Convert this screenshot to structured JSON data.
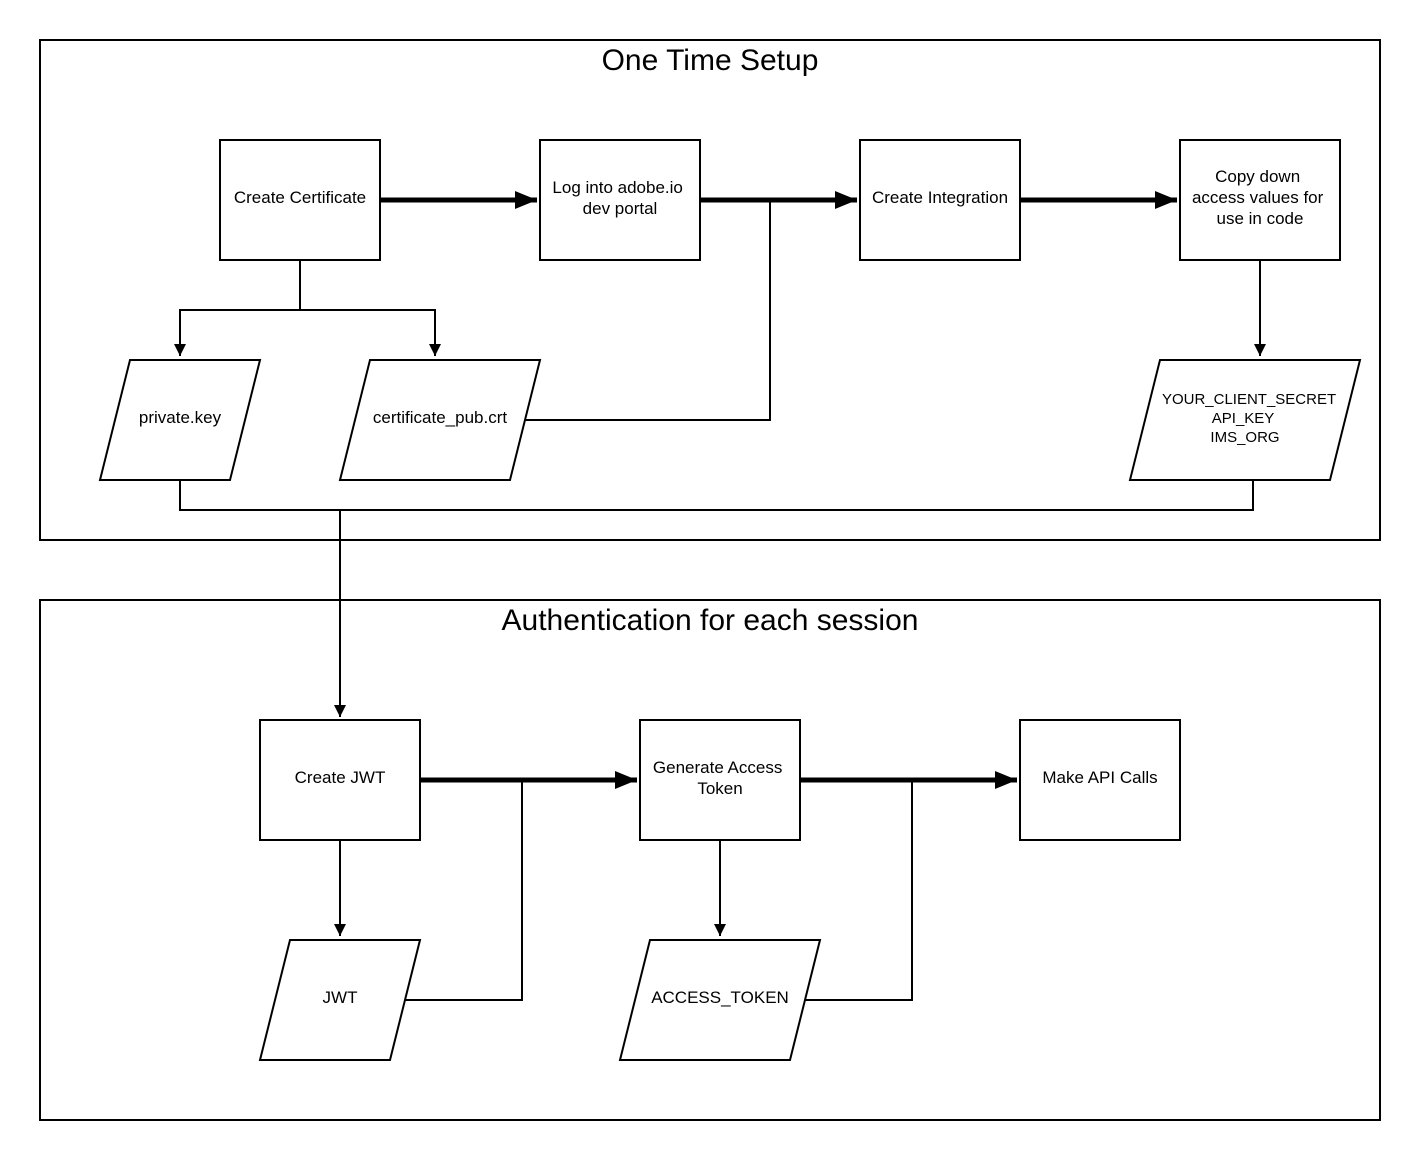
{
  "sections": {
    "setup_title": "One Time Setup",
    "auth_title": "Authentication for each session"
  },
  "nodes": {
    "create_certificate": "Create Certificate",
    "log_into_adobe": [
      "Log into adobe.io",
      "dev portal"
    ],
    "create_integration": "Create Integration",
    "copy_down_values": [
      "Copy down",
      "access values for",
      "use in code"
    ],
    "private_key": "private.key",
    "certificate_pub": "certificate_pub.crt",
    "access_values": [
      "YOUR_CLIENT_SECRET",
      "API_KEY",
      "IMS_ORG"
    ],
    "create_jwt": "Create JWT",
    "generate_access_token": [
      "Generate Access",
      "Token"
    ],
    "make_api_calls": "Make API Calls",
    "jwt": "JWT",
    "access_token": "ACCESS_TOKEN"
  },
  "colors": {
    "stroke": "#000000",
    "background": "#ffffff"
  }
}
